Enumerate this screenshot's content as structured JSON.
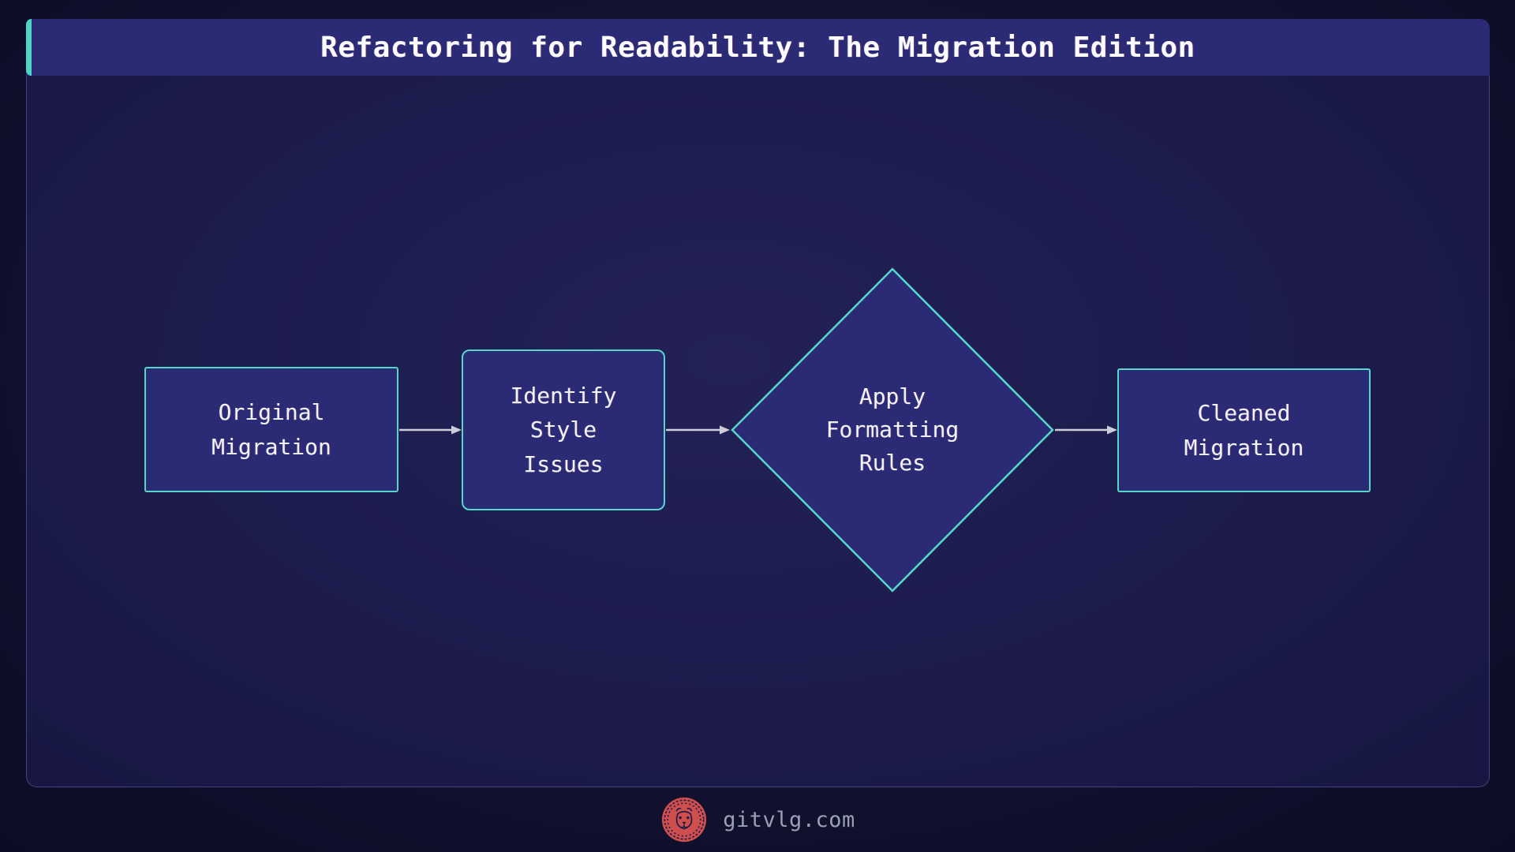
{
  "header": {
    "title": "Refactoring for Readability: The Migration Edition"
  },
  "flowchart": {
    "nodes": [
      {
        "id": "original-migration",
        "shape": "rectangle",
        "label": "Original\nMigration"
      },
      {
        "id": "identify-style-issues",
        "shape": "rounded-rectangle",
        "label": "Identify\nStyle\nIssues"
      },
      {
        "id": "apply-formatting-rules",
        "shape": "diamond",
        "label": "Apply\nFormatting\nRules"
      },
      {
        "id": "cleaned-migration",
        "shape": "rectangle",
        "label": "Cleaned\nMigration"
      }
    ],
    "edges": [
      {
        "from": "original-migration",
        "to": "identify-style-issues"
      },
      {
        "from": "identify-style-issues",
        "to": "apply-formatting-rules"
      },
      {
        "from": "apply-formatting-rules",
        "to": "cleaned-migration"
      }
    ]
  },
  "footer": {
    "site": "gitvlg.com",
    "logo": "lion-emblem-icon"
  },
  "colors": {
    "page_background": "#12112e",
    "panel_background": "#1d1c4e",
    "title_bar": "#2b2a75",
    "accent_teal": "#4fd4c8",
    "node_fill": "#2b2a75",
    "node_border": "#55d7cb",
    "node_text": "#f2f3f8",
    "arrow": "#cdced9",
    "footer_text": "#99a1b4",
    "logo_red": "#cf4f4f"
  }
}
